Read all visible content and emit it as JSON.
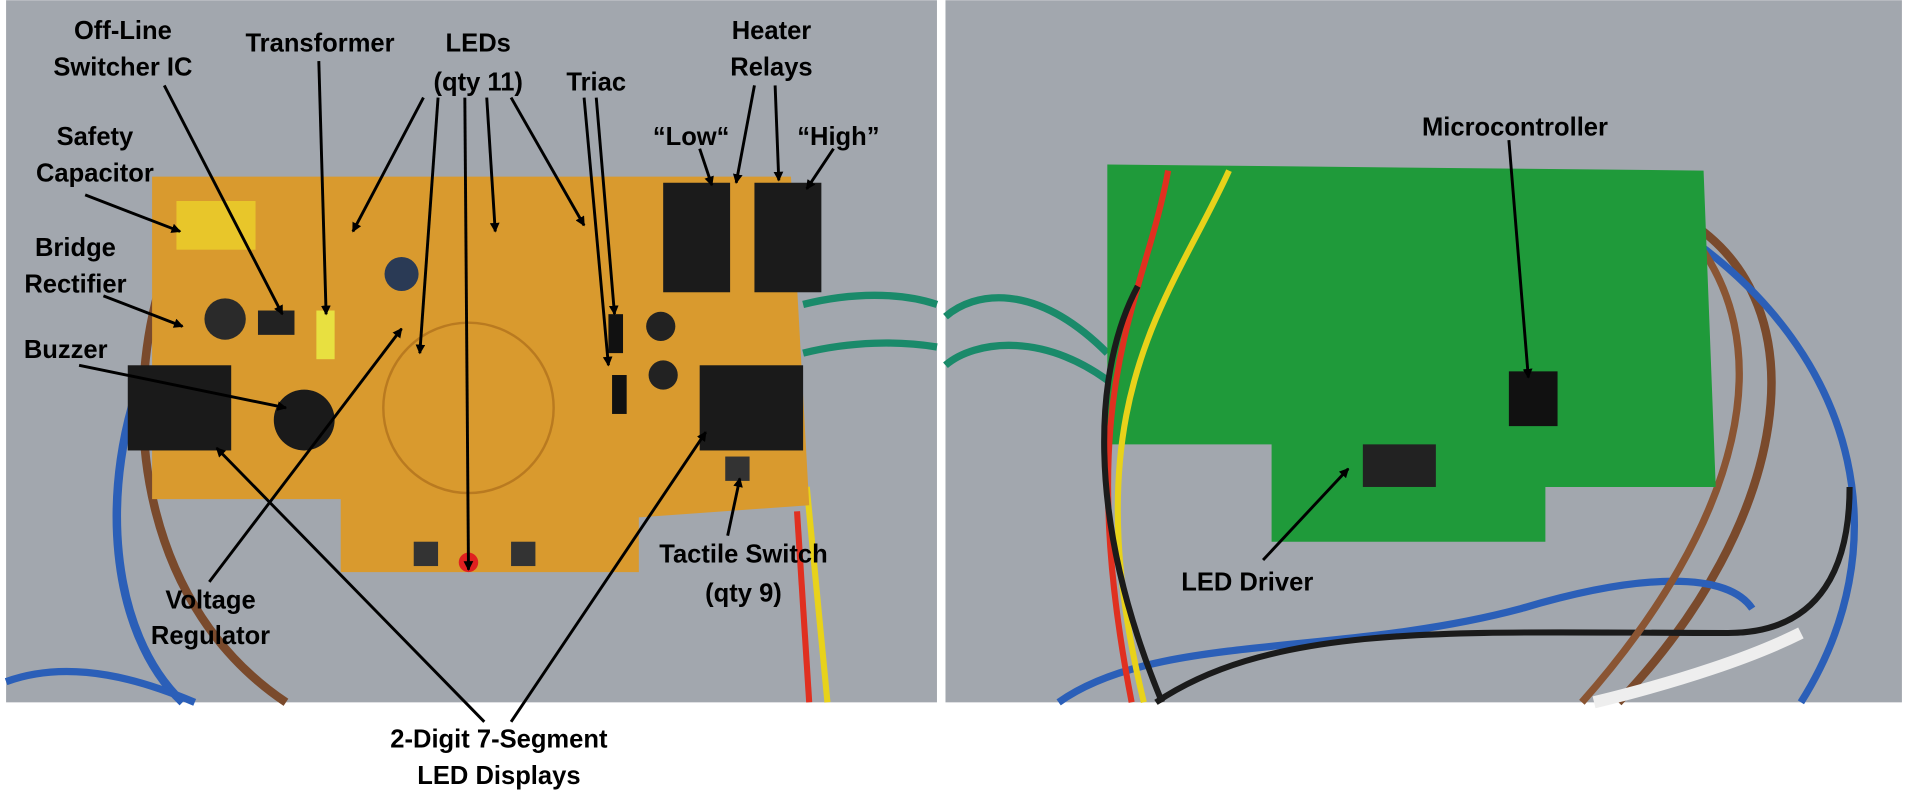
{
  "front_labels": {
    "offline_1": "Off-Line",
    "offline_2": "Switcher IC",
    "transformer": "Transformer",
    "leds_1": "LEDs",
    "leds_2": "(qty 11)",
    "triac": "Triac",
    "heater_1": "Heater",
    "heater_2": "Relays",
    "low": "“Low“",
    "high": "“High”",
    "safety_1": "Safety",
    "safety_2": "Capacitor",
    "bridge_1": "Bridge",
    "bridge_2": "Rectifier",
    "buzzer": "Buzzer",
    "voltage_1": "Voltage",
    "voltage_2": "Regulator",
    "tactile_1": "Tactile Switch",
    "tactile_2": "(qty 9)",
    "display_1": "2-Digit 7-Segment",
    "display_2": "LED Displays"
  },
  "back_labels": {
    "micro": "Microcontroller",
    "driver": "LED Driver"
  },
  "colors": {
    "background": "#9fa4ab",
    "pcb_front": "#d99a2e",
    "pcb_back": "#1f9a3a"
  }
}
